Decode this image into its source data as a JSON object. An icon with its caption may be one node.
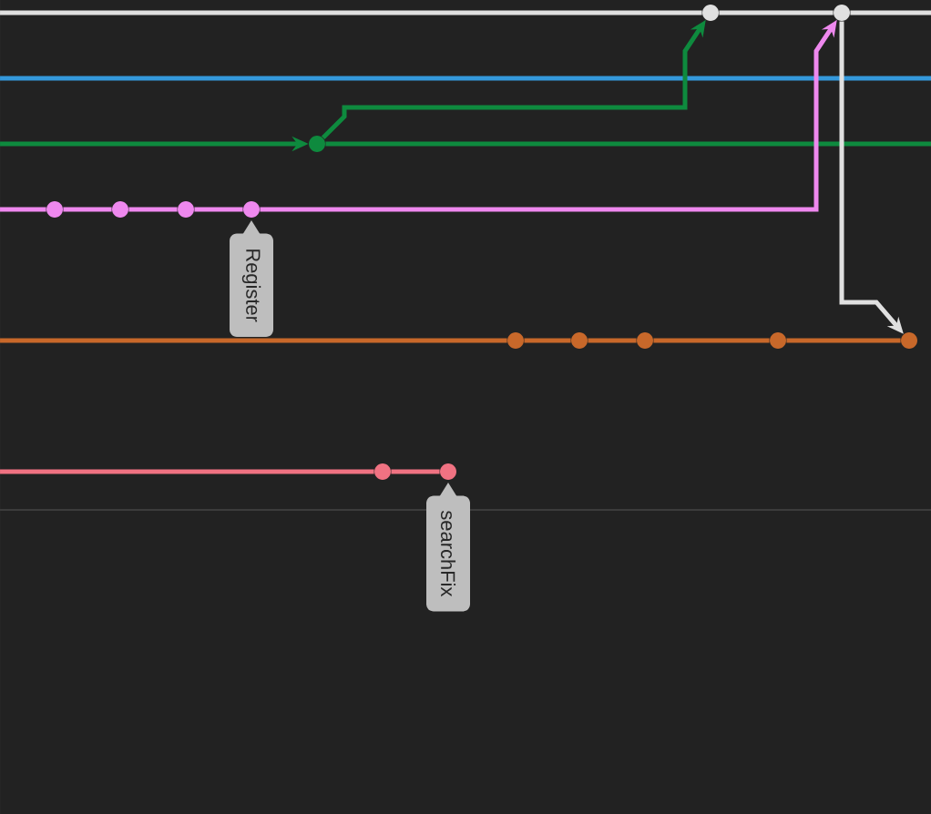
{
  "diagram": {
    "nodes": [
      {
        "text": [],
        "shape": "circle"
      },
      {
        "text": [],
        "shape": "circle"
      },
      {
        "text": [],
        "shape": "circle"
      },
      {
        "text": [],
        "shape": "circle"
      },
      {
        "text": [],
        "shape": "circle"
      },
      {
        "text": [],
        "shape": "circle"
      },
      {
        "text": [],
        "shape": "circle",
        "beside": [
          "Register"
        ]
      },
      {
        "text": [],
        "shape": "circle"
      },
      {
        "text": [],
        "shape": "circle"
      },
      {
        "text": [],
        "shape": "circle"
      },
      {
        "text": [],
        "shape": "circle"
      },
      {
        "text": [],
        "shape": "circle"
      },
      {
        "text": [],
        "shape": "circle"
      },
      {
        "text": [],
        "shape": "circle",
        "beside": [
          "searchFix"
        ]
      }
    ],
    "edges": [
      {
        "from": null,
        "to": 0,
        "arrow": "none",
        "color": "#e0e0e0"
      },
      {
        "from": 0,
        "to": 1,
        "arrow": "none",
        "color": "#e0e0e0"
      },
      {
        "from": 1,
        "to": null,
        "arrow": "none",
        "color": "#e0e0e0"
      },
      {
        "from": null,
        "to": 2,
        "arrow": "to",
        "color": "#0e8a3e"
      },
      {
        "from": 2,
        "to": null,
        "arrow": "none",
        "color": "#0e8a3e"
      },
      {
        "from": 2,
        "to": 0,
        "arrow": "to",
        "color": "#0e8a3e"
      },
      {
        "from": null,
        "to": 3,
        "arrow": "none",
        "color": "#ee88ee"
      },
      {
        "from": 3,
        "to": 4,
        "arrow": "none",
        "color": "#ee88ee"
      },
      {
        "from": 4,
        "to": 5,
        "arrow": "none",
        "color": "#ee88ee"
      },
      {
        "from": 5,
        "to": 6,
        "arrow": "none",
        "color": "#ee88ee"
      },
      {
        "from": 6,
        "to": 1,
        "arrow": "to",
        "color": "#ee88ee"
      },
      {
        "from": 1,
        "to": 11,
        "arrow": "to",
        "color": "#e0e0e0"
      },
      {
        "from": null,
        "to": 7,
        "arrow": "none",
        "color": "#c8682a"
      },
      {
        "from": 7,
        "to": 8,
        "arrow": "none",
        "color": "#c8682a"
      },
      {
        "from": 8,
        "to": 9,
        "arrow": "none",
        "color": "#c8682a"
      },
      {
        "from": 9,
        "to": 10,
        "arrow": "none",
        "color": "#c8682a"
      },
      {
        "from": 10,
        "to": 11,
        "arrow": "none",
        "color": "#c8682a"
      },
      {
        "from": null,
        "to": 12,
        "arrow": "none",
        "color": "#f07282"
      },
      {
        "from": 12,
        "to": 13,
        "arrow": "none",
        "color": "#f07282"
      }
    ]
  }
}
